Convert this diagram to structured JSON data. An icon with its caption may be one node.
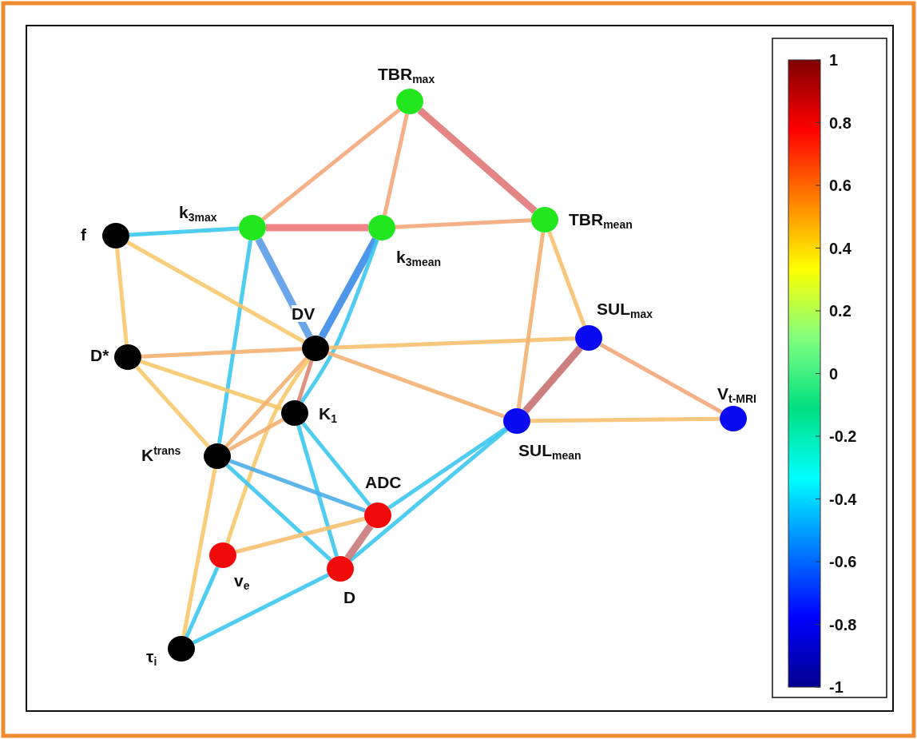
{
  "diagram": {
    "nodes": [
      {
        "text": [
          "TBR$_{max}$"
        ]
      },
      {
        "text": [
          "k$_{3max}$"
        ]
      },
      {
        "text": [
          "k$_{3mean}$"
        ]
      },
      {
        "text": [
          "TBR$_{mean}$"
        ]
      },
      {
        "text": [
          "f"
        ]
      },
      {
        "text": [
          "DV"
        ]
      },
      {
        "text": [
          "D*"
        ]
      },
      {
        "text": [
          "SUL$_{max}$"
        ]
      },
      {
        "text": [
          "K$_{1}$"
        ]
      },
      {
        "text": [
          "SUL$_{mean}$"
        ]
      },
      {
        "text": [
          "V$_{t-MRI}$"
        ]
      },
      {
        "text": [
          "K$^{trans}$"
        ]
      },
      {
        "text": [
          "ADC"
        ]
      },
      {
        "text": [
          "v$_{e}$"
        ]
      },
      {
        "text": [
          "D"
        ]
      },
      {
        "text": [
          "τ$_{i}$"
        ]
      }
    ],
    "edges": [
      {
        "from": 0,
        "to": 1,
        "arrow": "none",
        "color": "#f4a77a"
      },
      {
        "from": 0,
        "to": 2,
        "arrow": "none",
        "color": "#f4a77a"
      },
      {
        "from": 0,
        "to": 3,
        "arrow": "none",
        "style": "thick",
        "color": "#e07878"
      },
      {
        "from": 1,
        "to": 2,
        "arrow": "none",
        "style": "thick",
        "color": "#f07878"
      },
      {
        "from": 2,
        "to": 3,
        "arrow": "none",
        "color": "#f4a77a"
      },
      {
        "from": 4,
        "to": 1,
        "arrow": "none",
        "color": "#3cc8f0"
      },
      {
        "from": 1,
        "to": 5,
        "arrow": "none",
        "style": "thick",
        "color": "#5b9be8"
      },
      {
        "from": 1,
        "to": 11,
        "arrow": "none",
        "color": "#3cc8f0"
      },
      {
        "from": 2,
        "to": 5,
        "arrow": "none",
        "style": "thick",
        "color": "#3a8be8"
      },
      {
        "from": 2,
        "to": 8,
        "arrow": "none",
        "color": "#3cc8f0"
      },
      {
        "from": 4,
        "to": 6,
        "arrow": "none",
        "color": "#f8c86a"
      },
      {
        "from": 4,
        "to": 5,
        "arrow": "none",
        "color": "#f8c86a"
      },
      {
        "from": 6,
        "to": 5,
        "arrow": "none",
        "color": "#f4b070"
      },
      {
        "from": 6,
        "to": 8,
        "arrow": "none",
        "color": "#f8c86a"
      },
      {
        "from": 6,
        "to": 11,
        "arrow": "none",
        "color": "#f8c86a"
      },
      {
        "from": 5,
        "to": 7,
        "arrow": "none",
        "color": "#f8c070"
      },
      {
        "from": 5,
        "to": 9,
        "arrow": "none",
        "color": "#f4b070"
      },
      {
        "from": 5,
        "to": 11,
        "arrow": "none",
        "color": "#f4b070"
      },
      {
        "from": 5,
        "to": 8,
        "arrow": "none",
        "color": "#d88870"
      },
      {
        "from": 5,
        "to": 13,
        "arrow": "none",
        "color": "#f8c86a"
      },
      {
        "from": 8,
        "to": 11,
        "arrow": "none",
        "color": "#f4b070"
      },
      {
        "from": 3,
        "to": 9,
        "arrow": "none",
        "color": "#f4b070"
      },
      {
        "from": 3,
        "to": 7,
        "arrow": "none",
        "color": "#f8c070"
      },
      {
        "from": 7,
        "to": 9,
        "arrow": "none",
        "style": "thick",
        "color": "#c87070"
      },
      {
        "from": 7,
        "to": 10,
        "arrow": "none",
        "color": "#f4a77a"
      },
      {
        "from": 9,
        "to": 10,
        "arrow": "none",
        "color": "#f8c070"
      },
      {
        "from": 9,
        "to": 12,
        "arrow": "none",
        "color": "#3cc8f0"
      },
      {
        "from": 9,
        "to": 14,
        "arrow": "none",
        "color": "#3cc8f0"
      },
      {
        "from": 8,
        "to": 12,
        "arrow": "none",
        "color": "#3cc8f0"
      },
      {
        "from": 8,
        "to": 14,
        "arrow": "none",
        "color": "#3cc8f0"
      },
      {
        "from": 11,
        "to": 12,
        "arrow": "none",
        "color": "#4aaee8"
      },
      {
        "from": 11,
        "to": 14,
        "arrow": "none",
        "color": "#3cc8f0"
      },
      {
        "from": 11,
        "to": 15,
        "arrow": "none",
        "color": "#f8c86a"
      },
      {
        "from": 12,
        "to": 13,
        "arrow": "none",
        "color": "#f8c070"
      },
      {
        "from": 12,
        "to": 14,
        "arrow": "none",
        "style": "thick",
        "color": "#c87878"
      },
      {
        "from": 13,
        "to": 15,
        "arrow": "none",
        "color": "#3cc8f0"
      },
      {
        "from": 14,
        "to": 15,
        "arrow": "none",
        "color": "#3cc8f0"
      }
    ],
    "labels": [
      "1",
      "0.8",
      "0.6",
      "0.4",
      "0.2",
      "0",
      "-0.2",
      "-0.4",
      "-0.6",
      "-0.8",
      "-1"
    ]
  }
}
